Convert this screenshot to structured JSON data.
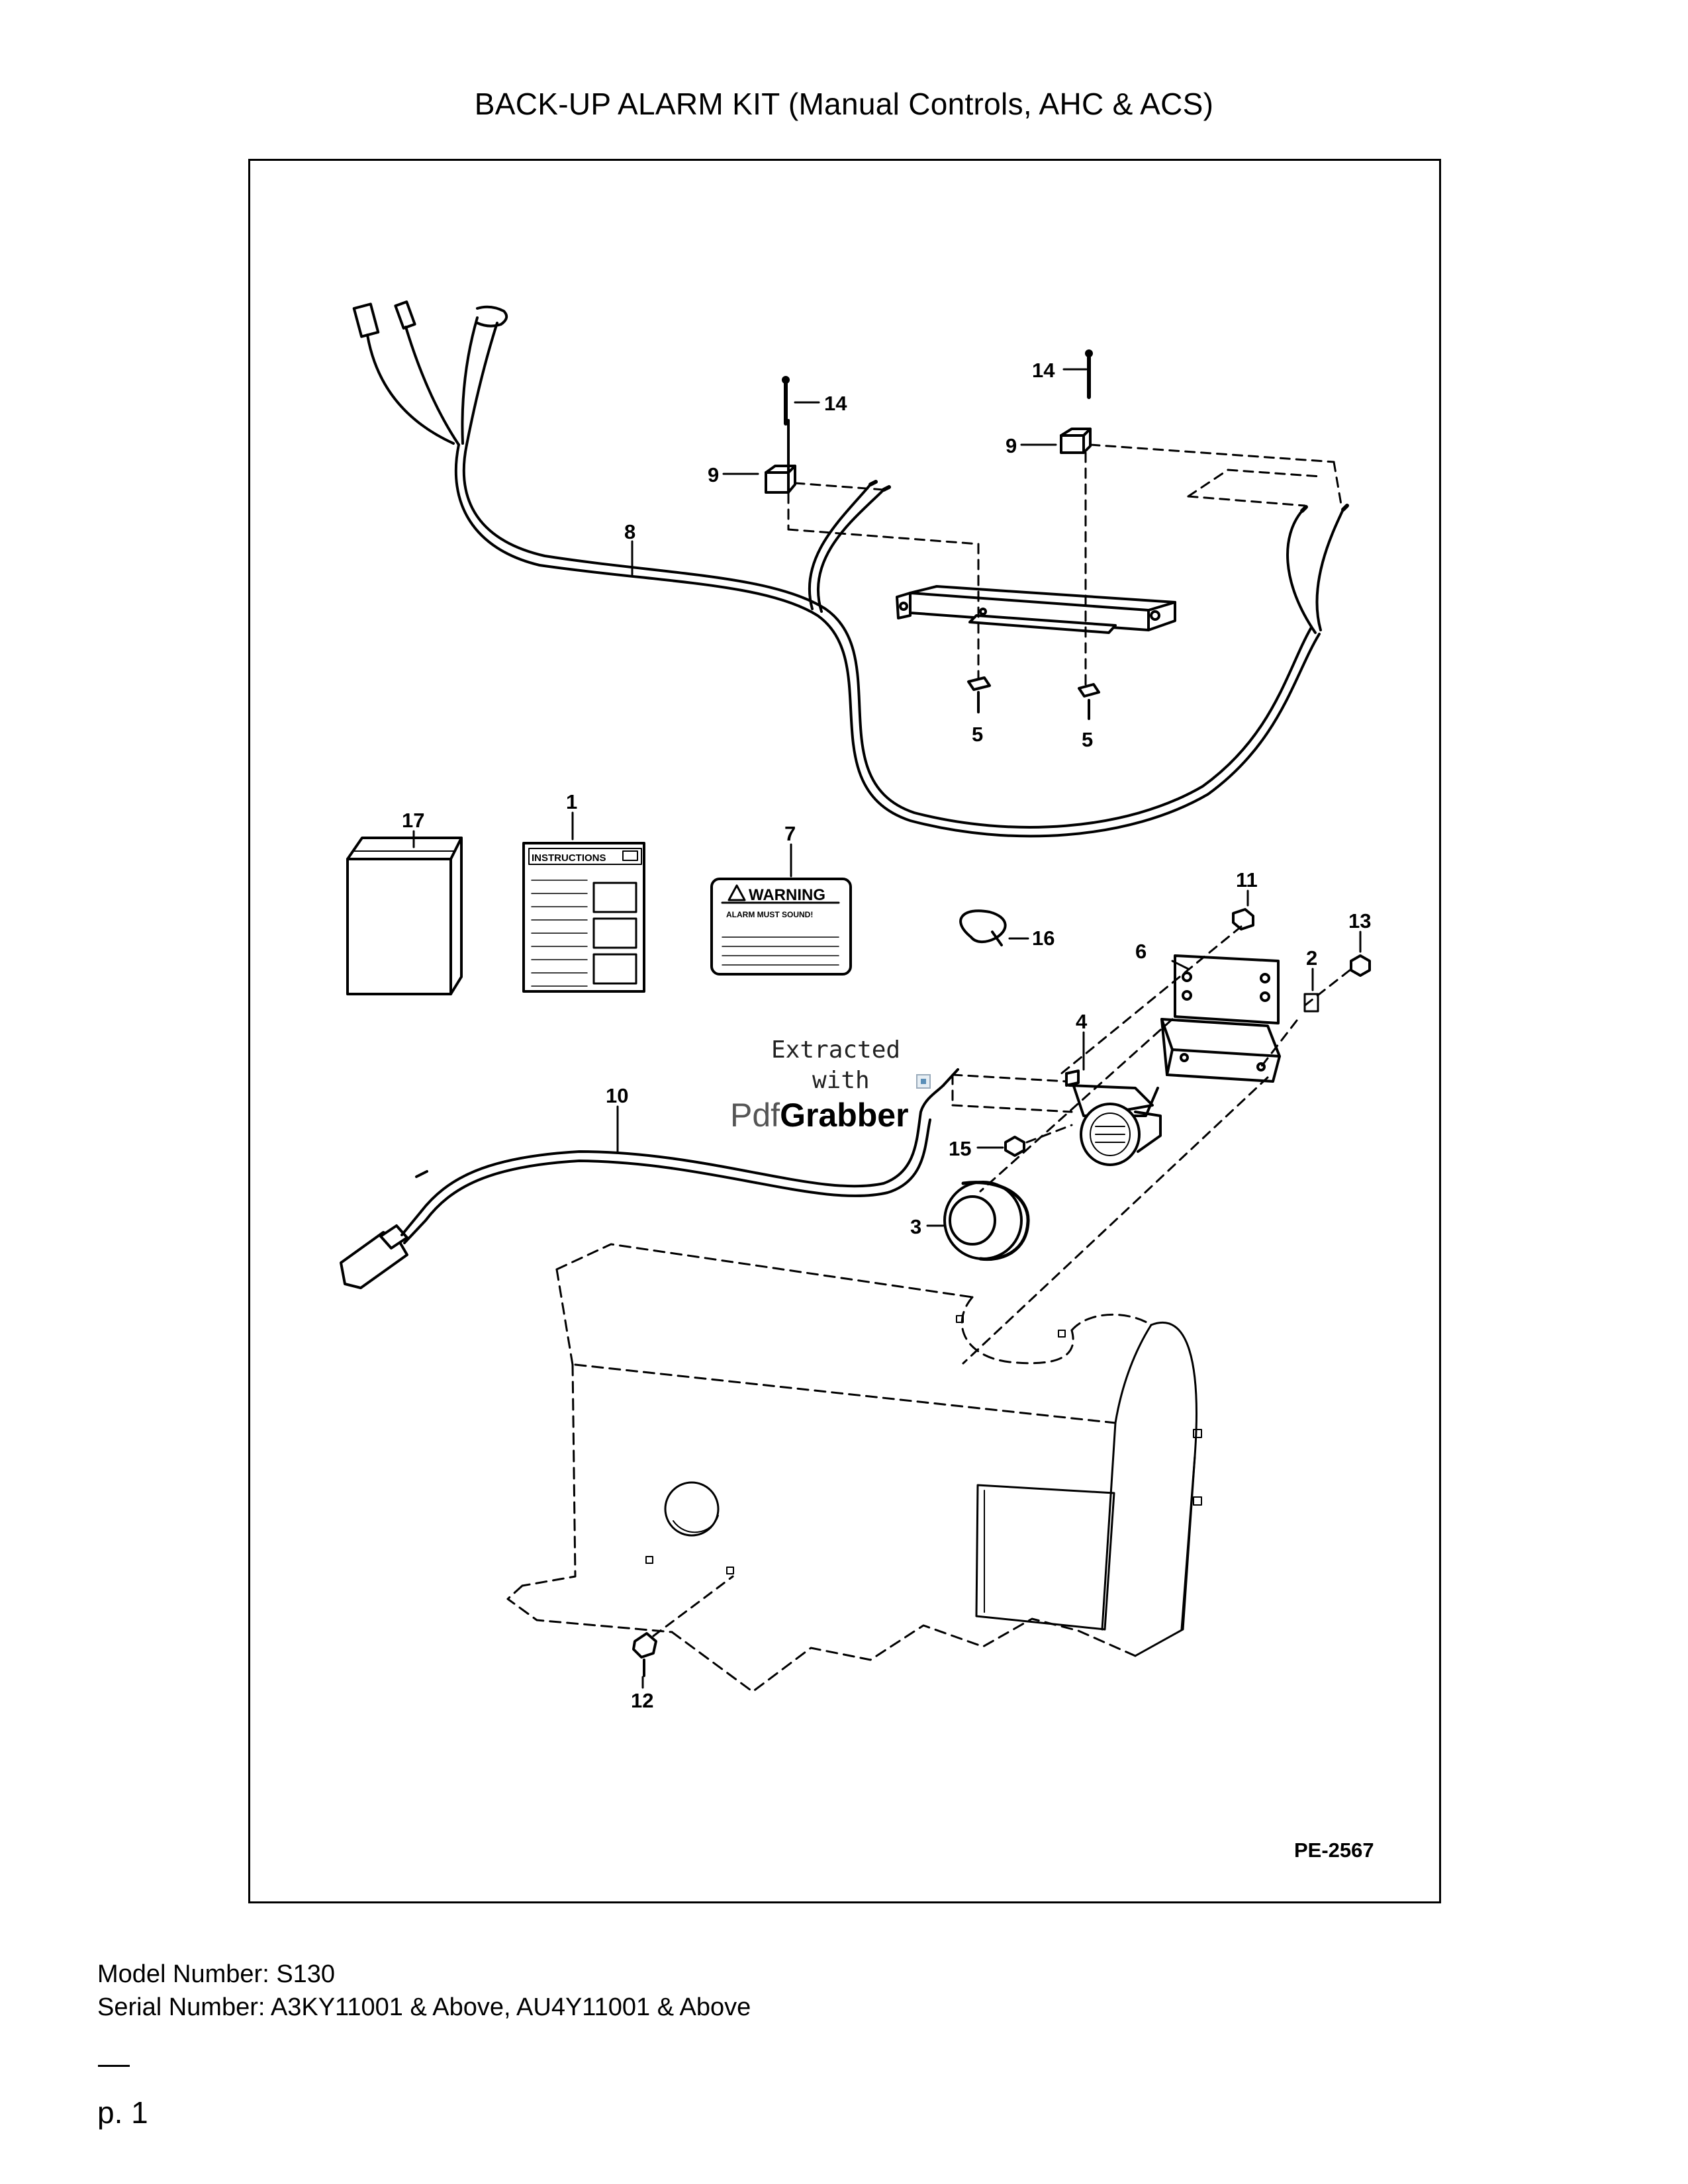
{
  "header": {
    "title": "BACK-UP ALARM KIT (Manual Controls, AHC & ACS)"
  },
  "diagram": {
    "drawing_number": "PE-2567",
    "callouts": [
      "14",
      "14",
      "9",
      "9",
      "8",
      "5",
      "5",
      "17",
      "1",
      "7",
      "11",
      "13",
      "16",
      "6",
      "2",
      "4",
      "10",
      "15",
      "3",
      "12"
    ],
    "instructions_label": "INSTRUCTIONS",
    "warning_label": "WARNING",
    "warning_subtext": "ALARM MUST SOUND!",
    "watermark": {
      "line1": "Extracted",
      "line2": "with",
      "brand_a": "Pdf",
      "brand_b": "Grabber"
    }
  },
  "footer": {
    "model": "Model Number: S130",
    "serial": "Serial Number: A3KY11001 & Above, AU4Y11001 & Above",
    "page": "p. 1"
  }
}
